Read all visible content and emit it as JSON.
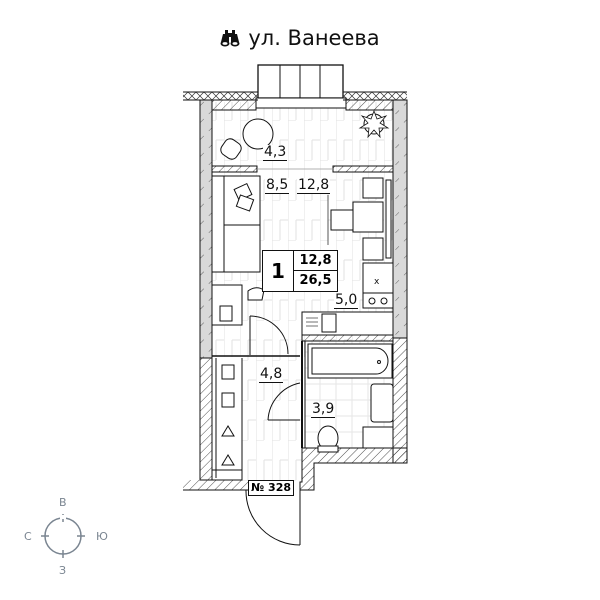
{
  "header": {
    "icon": "binoculars-icon",
    "street": "ул. Ванеева"
  },
  "plan": {
    "rooms": [
      {
        "name": "balcony",
        "area": "4,3"
      },
      {
        "name": "sleeping-zone",
        "area": "8,5"
      },
      {
        "name": "living-room",
        "area": "12,8"
      },
      {
        "name": "kitchen",
        "area": "5,0"
      },
      {
        "name": "hallway",
        "area": "4,8"
      },
      {
        "name": "bathroom",
        "area": "3,9"
      }
    ],
    "summary": {
      "rooms_count": "1",
      "living_area": "12,8",
      "total_area": "26,5"
    },
    "apartment_number": "№ 328"
  },
  "compass": {
    "north_label": "В",
    "west_label": "С",
    "east_label": "Ю",
    "south_label": "З",
    "color": "#7a8591"
  },
  "colors": {
    "wall_fill": "#d9d9d9",
    "line": "#111111",
    "floor_lines": "#e2e2e2"
  }
}
